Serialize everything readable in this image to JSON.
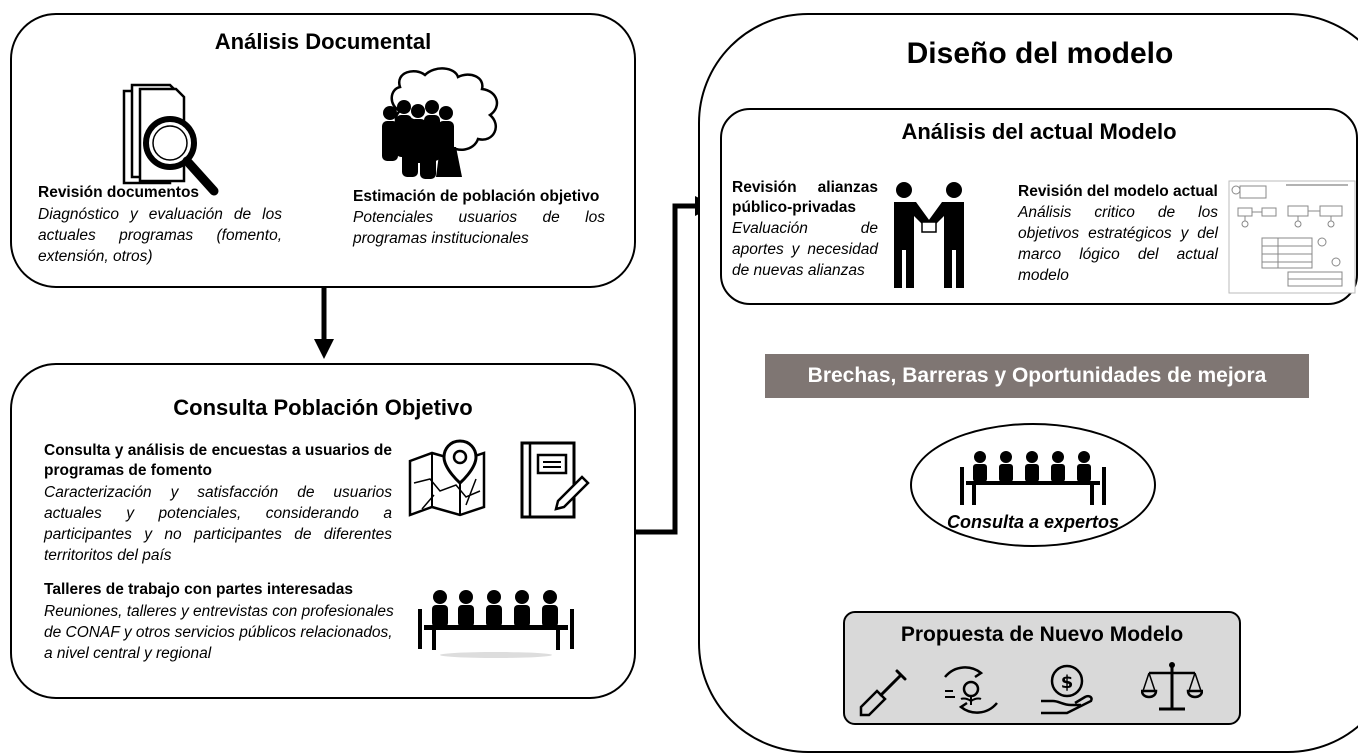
{
  "doc_analysis": {
    "title": "Análisis Documental",
    "revision": {
      "heading": "Revisión documentos",
      "text": "Diagnóstico y evaluación de los actuales programas (fomento, extensión, otros)"
    },
    "estimation": {
      "heading": "Estimación de población objetivo",
      "text": "Potenciales usuarios de los programas institucionales"
    }
  },
  "consulta": {
    "title": "Consulta Población Objetivo",
    "survey": {
      "heading": "Consulta y análisis de encuestas a usuarios de programas de fomento",
      "text": "Caracterización y satisfacción de usuarios actuales y potenciales, considerando a participantes y no participantes de diferentes territoritos del país"
    },
    "workshops": {
      "heading": "Talleres de trabajo con partes interesadas",
      "text": "Reuniones, talleres y entrevistas con profesionales de CONAF y otros servicios públicos relacionados, a nivel central y regional"
    }
  },
  "design": {
    "title": "Diseño del modelo",
    "current_model": {
      "title": "Análisis del actual Modelo",
      "alliances": {
        "heading": "Revisión alianzas público-privadas",
        "text": "Evaluación de aportes y necesidad de nuevas alianzas"
      },
      "review": {
        "heading": "Revisión del modelo actual",
        "text": "Análisis critico de los objetivos estratégicos y del marco lógico del actual modelo"
      }
    },
    "gaps_banner": "Brechas, Barreras y Oportunidades de mejora",
    "experts": "Consulta a expertos",
    "proposal": "Propuesta de Nuevo Modelo"
  }
}
